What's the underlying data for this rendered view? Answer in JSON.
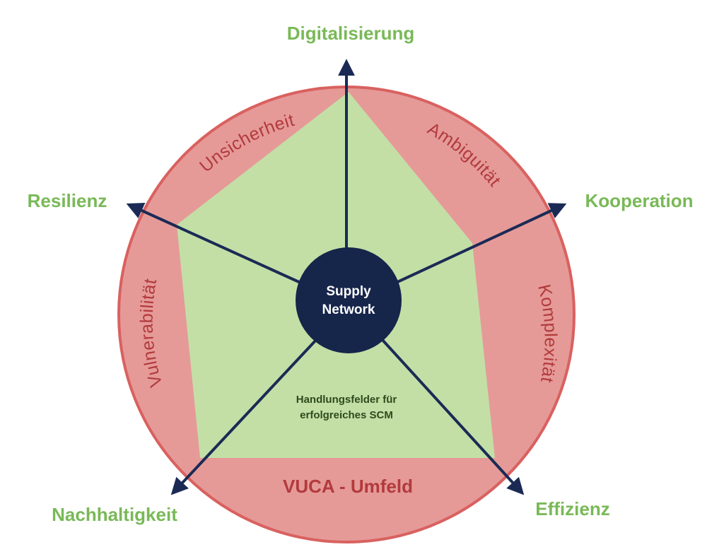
{
  "axes": {
    "top": "Digitalisierung",
    "left": "Resilienz",
    "right": "Kooperation",
    "bottom_left": "Nachhaltigkeit",
    "bottom_right": "Effizienz"
  },
  "segments": {
    "top_left": "Unsicherheit",
    "top_right": "Ambiguität",
    "left": "Vulnerabilität",
    "right": "Komplexität",
    "bottom": "VUCA - Umfeld"
  },
  "center": {
    "line1": "Supply",
    "line2": "Network"
  },
  "inner": {
    "line1": "Handlungsfelder für",
    "line2": "erfolgreiches SCM"
  },
  "colors": {
    "outer_circle": "#e59a98",
    "outer_stroke": "#d9615f",
    "pentagon": "#c3dfa6",
    "center": "#16254a",
    "arrow": "#1b2a55",
    "axis_text": "#79b957",
    "segment_text": "#b23a3c"
  }
}
